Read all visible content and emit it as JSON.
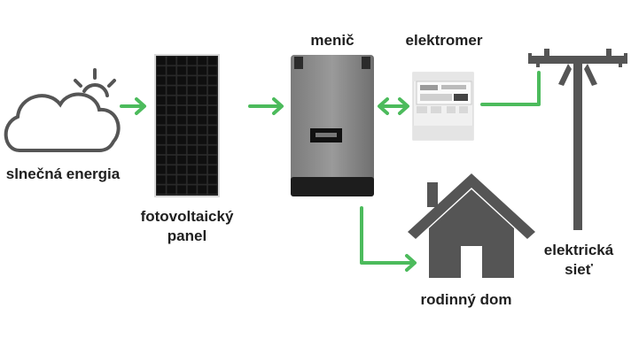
{
  "labels": {
    "solar_energy": "slnečná energia",
    "pv_panel_line1": "fotovoltaický",
    "pv_panel_line2": "panel",
    "inverter": "menič",
    "meter": "elektromer",
    "house": "rodinný dom",
    "grid_line1": "elektrická",
    "grid_line2": "sieť"
  },
  "colors": {
    "arrow": "#4cbb5c",
    "icon": "#555555",
    "text": "#1f1f1f"
  },
  "icons": [
    "sun-cloud-icon",
    "solar-panel",
    "inverter-device",
    "electricity-meter",
    "house-icon",
    "power-pole-icon"
  ]
}
